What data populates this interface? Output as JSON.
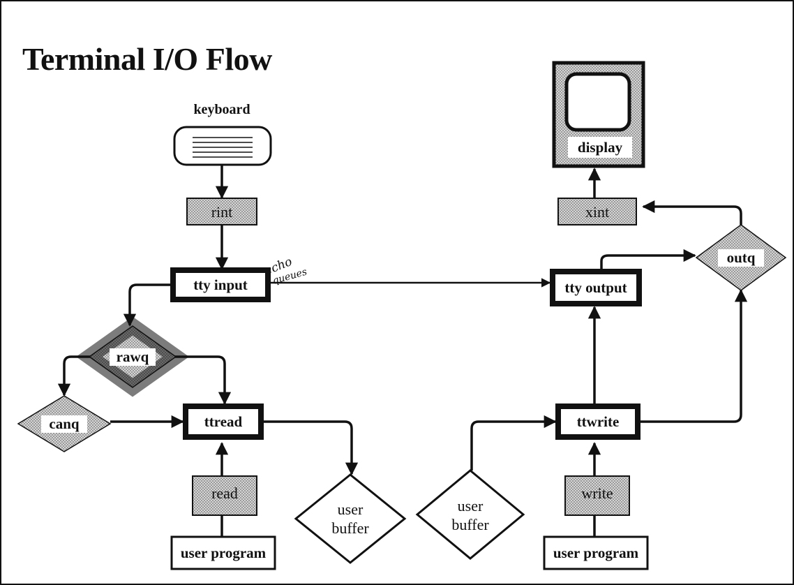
{
  "title": "Terminal I/O Flow",
  "nodes": {
    "keyboard": "keyboard",
    "rint": "rint",
    "tty_input": "tty input",
    "rawq": "rawq",
    "canq": "canq",
    "ttread": "ttread",
    "read": "read",
    "user_program_left": "user program",
    "user_buffer_left_1": "user",
    "user_buffer_left_2": "buffer",
    "user_buffer_right_1": "user",
    "user_buffer_right_2": "buffer",
    "ttwrite": "ttwrite",
    "write": "write",
    "user_program_right": "user program",
    "tty_output": "tty output",
    "outq": "outq",
    "xint": "xint",
    "display": "display"
  },
  "annotation": {
    "line1": "echo",
    "line2": "queues"
  },
  "colors": {
    "ink": "#111111",
    "shade": "#a8a8a8",
    "stipple": "#c4c4c4"
  }
}
